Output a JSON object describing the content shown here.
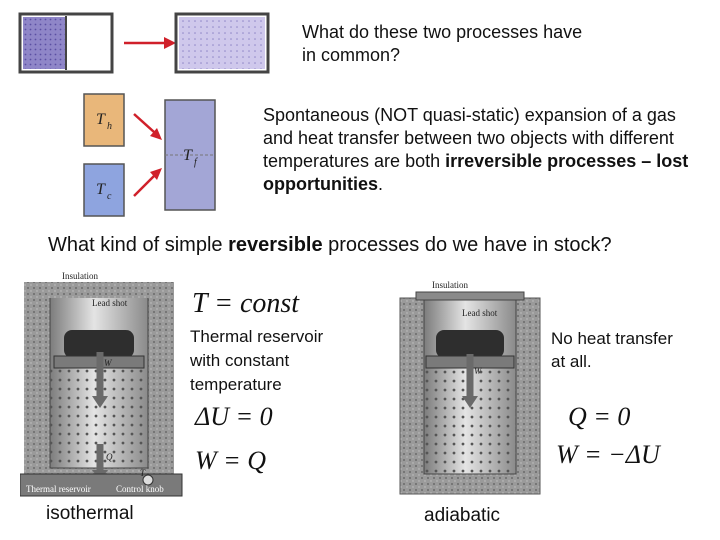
{
  "question": {
    "line1": "What do these two processes have",
    "line2": "in common?"
  },
  "statement": {
    "text_a": "Spontaneous (NOT quasi-static) expansion of a gas and heat transfer between two objects with different temperatures are both ",
    "bold_a": "irreversible processes – lost opportunities",
    "text_b": "."
  },
  "prompt": {
    "text_a": "What kind of simple ",
    "bold": "reversible",
    "text_b": " processes do we have in stock?"
  },
  "figures": {
    "hot_label": "T",
    "hot_sub": "h",
    "cold_label": "T",
    "cold_sub": "c",
    "final_label": "T",
    "final_sub": "f",
    "insulation": "Insulation",
    "lead_shot": "Lead shot",
    "work_label": "W",
    "heat_label": "Q",
    "reservoir": "Thermal reservoir",
    "control_knob": "Control knob",
    "knob_temp": "T"
  },
  "isothermal": {
    "eq_T": "T = const",
    "desc1": "Thermal reservoir",
    "desc2": "with constant",
    "desc3": "temperature",
    "eq_dU": "ΔU = 0",
    "eq_W": "W = Q",
    "caption": "isothermal"
  },
  "adiabatic": {
    "desc1": "No heat transfer",
    "desc2": "at all.",
    "eq_Q": "Q = 0",
    "eq_W": "W = −ΔU",
    "caption": "adiabatic"
  },
  "colors": {
    "gas": "#8f86c8",
    "hot": "#e9b77a",
    "cold": "#8ea4df",
    "final": "#a3a6d6",
    "arrow": "#d0202a",
    "insulation": "#9a9a9a"
  }
}
